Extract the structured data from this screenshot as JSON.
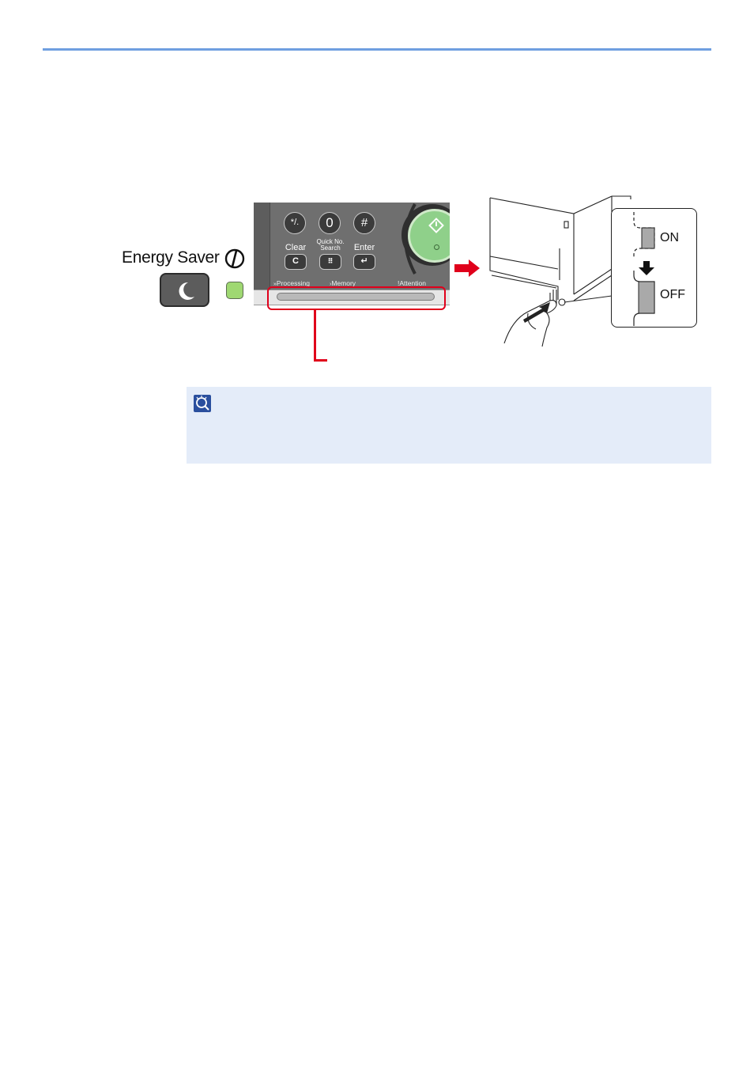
{
  "energy_saver": {
    "label": "Energy Saver",
    "power_icon": "power-icon",
    "button_icon": "moon-icon",
    "led_color": "#9fd872"
  },
  "panel": {
    "keys": [
      {
        "symbol": "*/.",
        "label": ""
      },
      {
        "symbol": "0",
        "label": ""
      },
      {
        "symbol": "#",
        "label": ""
      },
      {
        "symbol": "C",
        "label": "Clear"
      },
      {
        "symbol": "⠿",
        "label_line1": "Quick No.",
        "label_line2": "Search"
      },
      {
        "symbol": "↵",
        "label": "Enter"
      }
    ],
    "indicators": {
      "processing": "Processing",
      "memory": "Memory",
      "attention": "Attention"
    },
    "start_key_icon": "start-icon"
  },
  "power_switch": {
    "on_label": "ON",
    "off_label": "OFF"
  },
  "highlight_color": "#e0001b",
  "note": {
    "icon": "note-icon",
    "background": "#e4ecf9"
  }
}
